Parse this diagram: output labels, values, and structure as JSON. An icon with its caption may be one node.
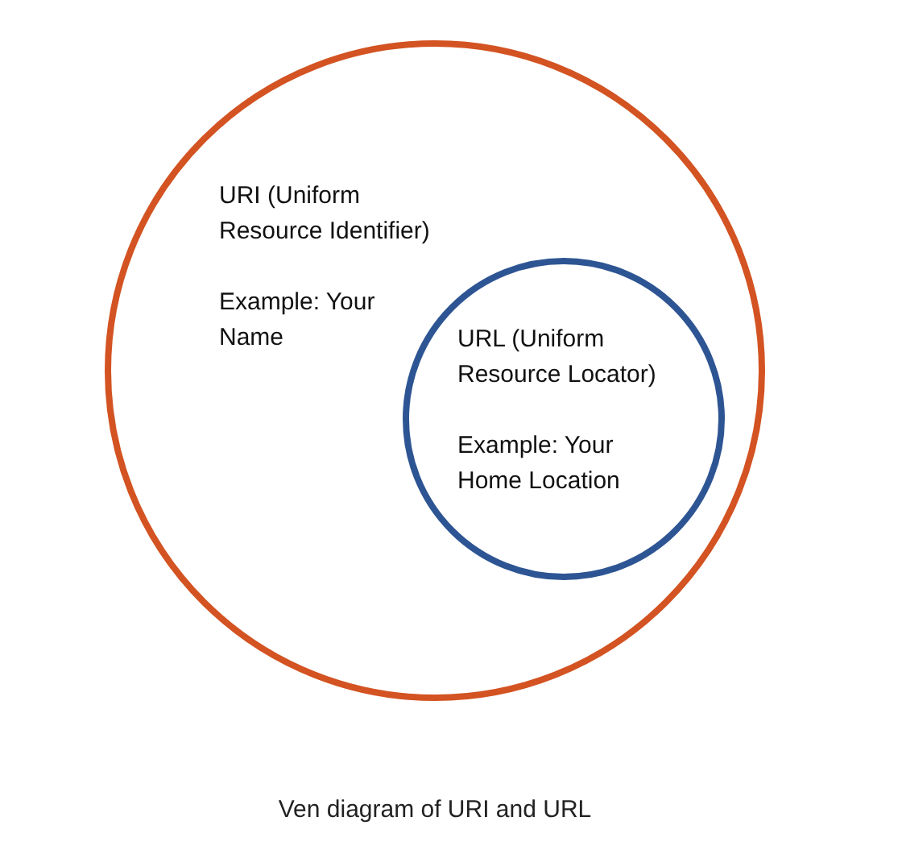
{
  "diagram": {
    "caption": "Ven diagram of URI and URL",
    "nodes": [
      {
        "text": [
          "URI (Uniform Resource Identifier)",
          "Example: Your Name"
        ]
      },
      {
        "text": [
          "URL (Uniform Resource Locator)",
          "Example: Your Home Location"
        ],
        "in": 0
      }
    ],
    "edges": []
  }
}
